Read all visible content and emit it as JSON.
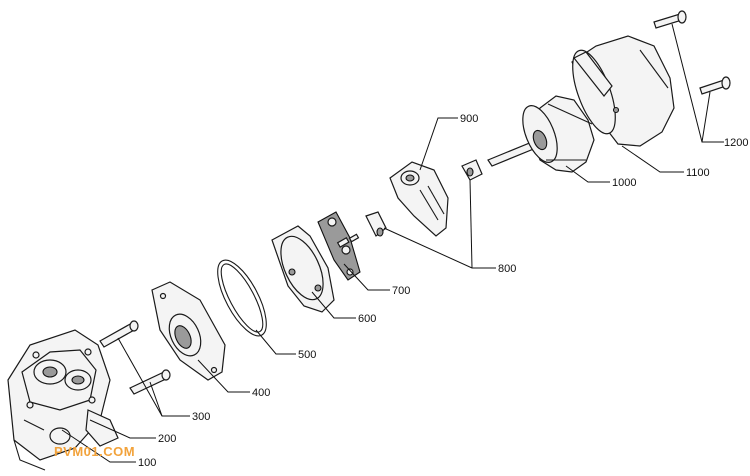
{
  "labels": [
    "100",
    "200",
    "300",
    "400",
    "500",
    "600",
    "700",
    "800",
    "900",
    "1000",
    "1100",
    "1200"
  ],
  "watermark": "PVM01.COM"
}
